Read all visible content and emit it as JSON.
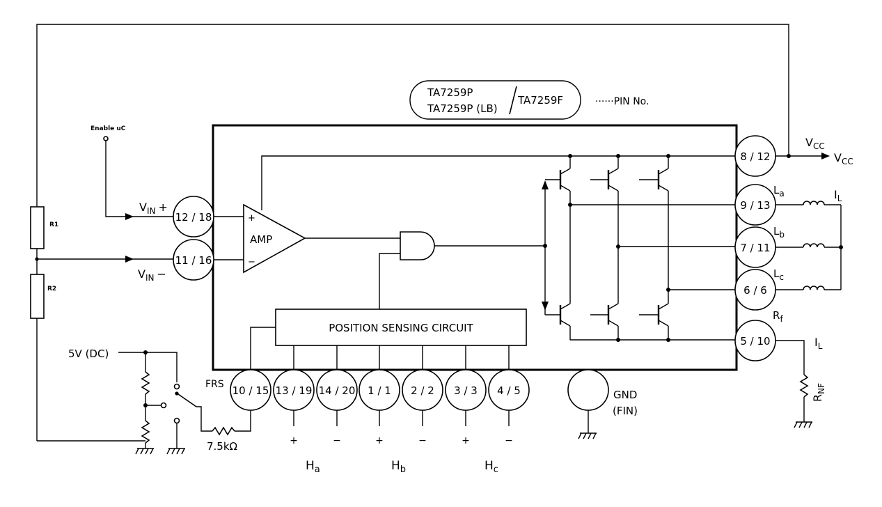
{
  "part_numbers": {
    "left_line1": "TA7259P",
    "left_line2": "TA7259P (LB)",
    "right": "TA7259F",
    "pin_note": "······PIN No."
  },
  "pins": {
    "vcc": "8 / 12",
    "la": "9 / 13",
    "lb": "7 / 11",
    "lc": "6 / 6",
    "rf": "5 / 10",
    "vin_plus": "12 / 18",
    "vin_minus": "11 / 16",
    "frs": "10 / 15",
    "ha_plus": "13 / 19",
    "ha_minus": "14 / 20",
    "hb_plus": "1 / 1",
    "hb_minus": "2 / 2",
    "hc_plus": "3 / 3",
    "hc_minus": "4 / 5"
  },
  "labels": {
    "enable": "Enable uC",
    "r1": "R1",
    "r2": "R2",
    "vin_plus": "V",
    "vin_plus_sub": "IN",
    "vin_plus_sign": "+",
    "vin_minus": "V",
    "vin_minus_sub": "IN",
    "vin_minus_sign": "−",
    "amp": "AMP",
    "amp_plus": "+",
    "amp_minus": "−",
    "position": "POSITION SENSING CIRCUIT",
    "supply": "5V (DC)",
    "frs": "FRS",
    "resistor": "7.5kΩ",
    "gnd": "GND",
    "fin": "(FIN)",
    "vcc_top": "V",
    "vcc_top_sub": "CC",
    "vcc_out": "V",
    "vcc_out_sub": "CC",
    "la": "L",
    "la_sub": "a",
    "lb": "L",
    "lb_sub": "b",
    "lc": "L",
    "lc_sub": "c",
    "rf": "R",
    "rf_sub": "f",
    "il_top": "I",
    "il_top_sub": "L",
    "il_bottom": "I",
    "il_bottom_sub": "L",
    "rnf": "R",
    "rnf_sub": "NF",
    "sign_ha_plus": "+",
    "sign_ha_minus": "−",
    "sign_hb_plus": "+",
    "sign_hb_minus": "−",
    "sign_hc_plus": "+",
    "sign_hc_minus": "−",
    "ha": "H",
    "ha_sub": "a",
    "hb": "H",
    "hb_sub": "b",
    "hc": "H",
    "hc_sub": "c"
  }
}
